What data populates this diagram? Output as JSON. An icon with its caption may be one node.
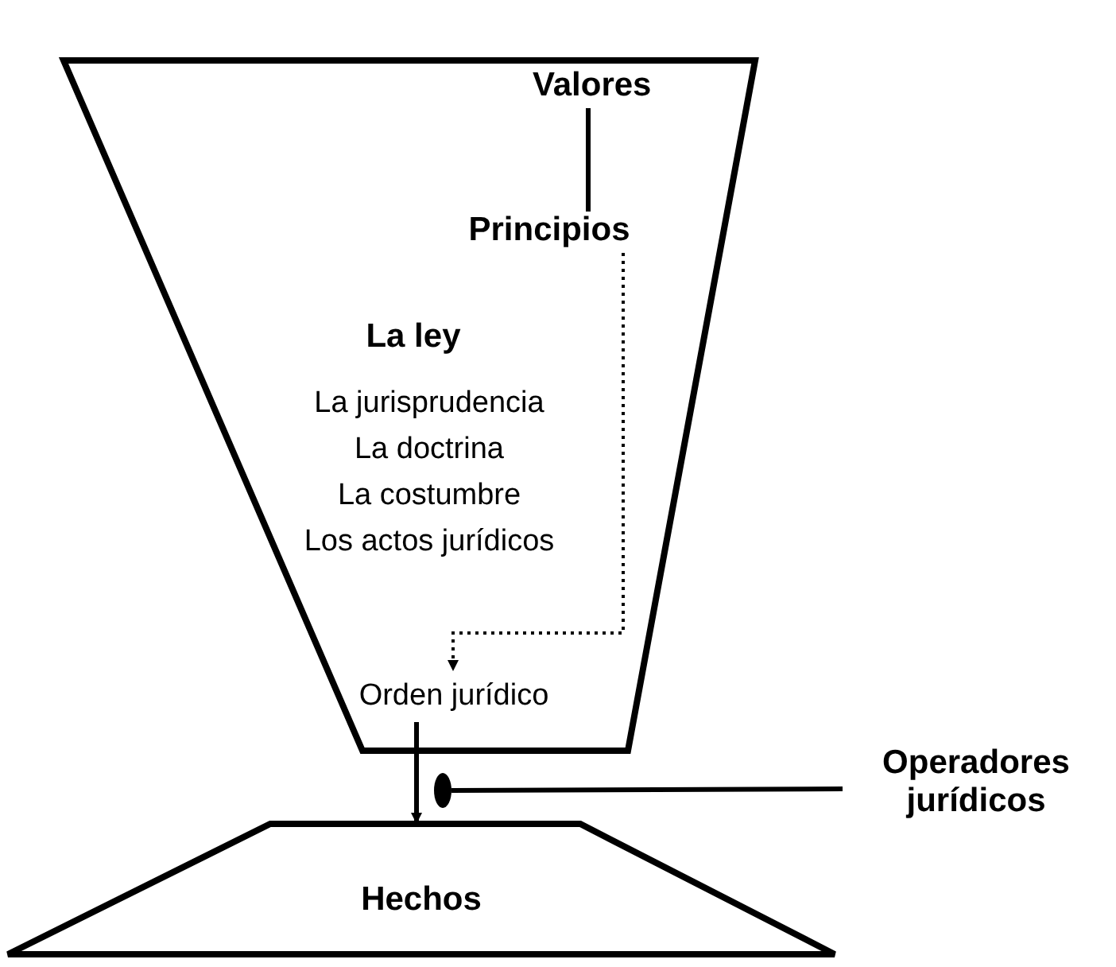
{
  "diagram": {
    "nodes": [
      {
        "text": [],
        "shape": "trapezoid"
      },
      {
        "text": [
          "Valores"
        ],
        "in": 0
      },
      {
        "text": [
          "Principios"
        ],
        "in": 0
      },
      {
        "text": [
          "Orden jurídico"
        ],
        "in": 0
      },
      {
        "text": [
          "Hechos"
        ]
      },
      {
        "text": [],
        "shape": "oval"
      },
      {
        "text": [
          "Operadores jurídicos"
        ]
      }
    ],
    "edges": [
      {
        "from": 1,
        "to": 2,
        "arrow": "none"
      },
      {
        "from": 2,
        "to": 3,
        "arrow": "to",
        "style": "dashed"
      },
      {
        "from": 3,
        "to": 4,
        "arrow": "to"
      },
      {
        "from": 6,
        "to": 5,
        "arrow": "none"
      }
    ],
    "labels": [
      "La ley",
      "La jurisprudencia",
      "La doctrina",
      "La costumbre",
      "Los actos jurídicos"
    ]
  }
}
